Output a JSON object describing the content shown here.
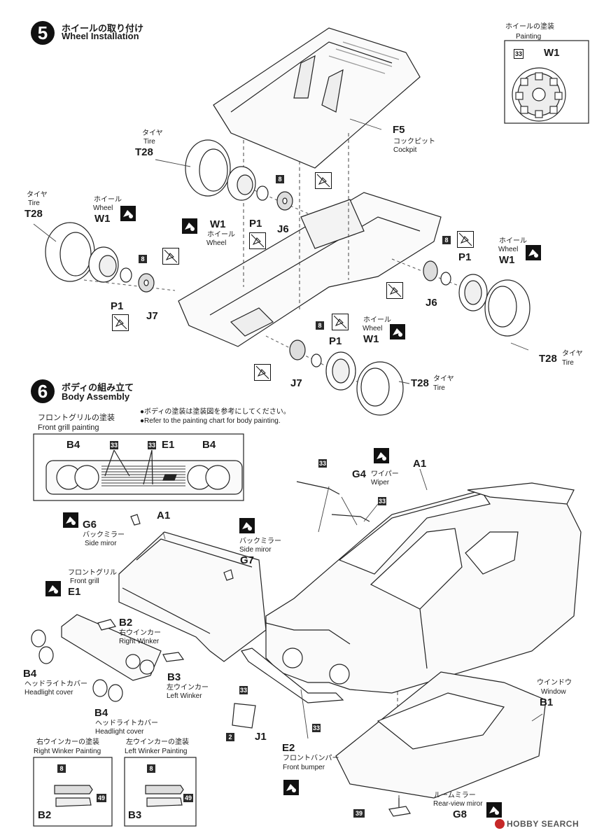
{
  "step5": {
    "number": "5",
    "title_jp": "ホイールの取り付け",
    "title_en": "Wheel Installation"
  },
  "wheel_painting": {
    "title_jp": "ホイールの塗装",
    "title_en": "Painting",
    "paint_code": "33",
    "part": "W1"
  },
  "step5_labels": {
    "f5_code": "F5",
    "f5_jp": "コックピット",
    "f5_en": "Cockpit",
    "tire_top_jp": "タイヤ",
    "tire_top_en": "Tire",
    "tire_top_code": "T28",
    "tire_left_jp": "タイヤ",
    "tire_left_en": "Tire",
    "tire_left_code": "T28",
    "wheel_left_jp": "ホイール",
    "wheel_left_en": "Wheel",
    "wheel_left_code": "W1",
    "w1_mid_code": "W1",
    "w1_mid_jp": "ホイール",
    "w1_mid_en": "Wheel",
    "p1_a": "P1",
    "p1_b": "P1",
    "p1_c": "P1",
    "p1_d": "P1",
    "j6_a": "J6",
    "j6_b": "J6",
    "j7_a": "J7",
    "j7_b": "J7",
    "paint_8": "8",
    "wheel_right_jp": "ホイール",
    "wheel_right_en": "Wheel",
    "wheel_right_code": "W1",
    "tire_right_code": "T28",
    "tire_right_jp": "タイヤ",
    "tire_right_en": "Tire",
    "wheel_bottom_jp": "ホイール",
    "wheel_bottom_en": "Wheel",
    "wheel_bottom_code": "W1",
    "tire_bottom_code": "T28",
    "tire_bottom_jp": "タイヤ",
    "tire_bottom_en": "Tire"
  },
  "step6": {
    "number": "6",
    "title_jp": "ボディの組み立て",
    "title_en": "Body Assembly",
    "note_jp": "●ボディの塗装は塗装図を参考にしてください。",
    "note_en": "●Refer to the painting chart for body painting."
  },
  "front_grill_painting": {
    "title": "フロントグリルの塗装",
    "title_en": "Front grill painting",
    "labels": [
      "B4",
      "33",
      "33",
      "E1",
      "B4"
    ]
  },
  "step6_labels": {
    "g6_code": "G6",
    "g6_jp": "バックミラー",
    "g6_en": "Side miror",
    "a1_left": "A1",
    "g7_jp": "バックミラー",
    "g7_en": "Side miror",
    "g7_code": "G7",
    "grill_jp": "フロントグリル",
    "grill_en": "Front grill",
    "e1_code": "E1",
    "b2_code": "B2",
    "b2_jp": "右ウインカー",
    "b2_en": "Right Winker",
    "b3_code": "B3",
    "b3_jp": "左ウインカー",
    "b3_en": "Left Winker",
    "b4_a_code": "B4",
    "b4_a_jp": "ヘッドライトカバー",
    "b4_a_en": "Headlight cover",
    "b4_b_code": "B4",
    "b4_b_jp": "ヘッドライトカバー",
    "b4_b_en": "Headlight cover",
    "paint_33": "33",
    "g4_code": "G4",
    "g4_jp": "ワイパー",
    "g4_en": "Wiper",
    "a1_right": "A1",
    "window_jp": "ウインドウ",
    "window_en": "Window",
    "b1_code": "B1",
    "paint_2": "2",
    "j1_code": "J1",
    "e2_code": "E2",
    "e2_jp": "フロントバンパー",
    "e2_en": "Front bumper",
    "g8_jp": "ルームミラー",
    "g8_en": "Rear-view miror",
    "g8_code": "G8",
    "paint_39": "39"
  },
  "winker_painting": {
    "right_title_jp": "右ウインカーの塗装",
    "right_title_en": "Right Winker Painting",
    "left_title_jp": "左ウインカーの塗装",
    "left_title_en": "Left Winker Painting",
    "paint_8": "8",
    "paint_49": "49",
    "right_part": "B2",
    "left_part": "B3"
  },
  "watermark": {
    "brand": "HOBBY SEARCH"
  }
}
